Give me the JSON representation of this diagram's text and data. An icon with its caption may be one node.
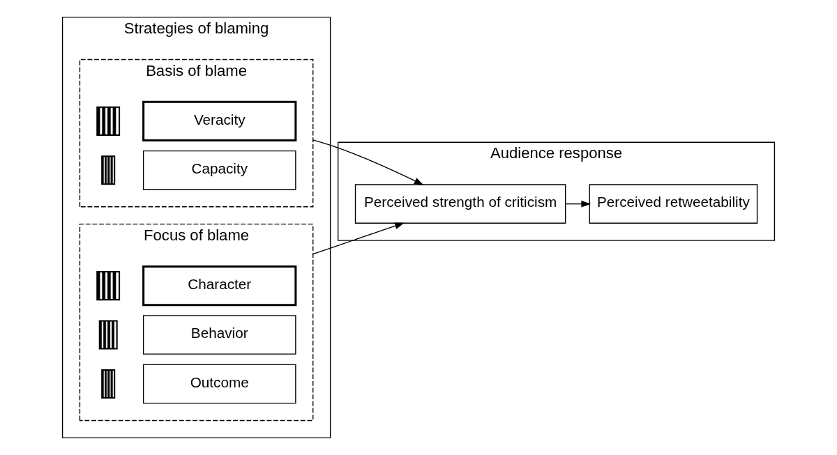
{
  "diagram": {
    "nodes": [
      {
        "text": [
          "Strategies of blaming"
        ]
      },
      {
        "text": [
          "Basis of blame"
        ],
        "in": 0
      },
      {
        "text": [],
        "shape": "bar",
        "in": 1
      },
      {
        "text": [
          "Veracity"
        ],
        "in": 1
      },
      {
        "text": [],
        "shape": "bar",
        "in": 1
      },
      {
        "text": [
          "Capacity"
        ],
        "in": 1
      },
      {
        "text": [
          "Focus of blame"
        ],
        "in": 0
      },
      {
        "text": [],
        "shape": "bar",
        "in": 6
      },
      {
        "text": [
          "Character"
        ],
        "in": 6
      },
      {
        "text": [],
        "shape": "bar",
        "in": 6
      },
      {
        "text": [
          "Behavior"
        ],
        "in": 6
      },
      {
        "text": [],
        "shape": "bar",
        "in": 6
      },
      {
        "text": [
          "Outcome"
        ],
        "in": 6
      },
      {
        "text": [
          "Audience response"
        ]
      },
      {
        "text": [
          "Perceived strength of criticism"
        ],
        "in": 13
      },
      {
        "text": [
          "Perceived retweetability"
        ],
        "in": 13
      }
    ],
    "edges": [
      {
        "from": 1,
        "to": 14,
        "arrow": "to"
      },
      {
        "from": 6,
        "to": 14,
        "arrow": "to"
      },
      {
        "from": 14,
        "to": 15,
        "arrow": "to"
      }
    ]
  }
}
